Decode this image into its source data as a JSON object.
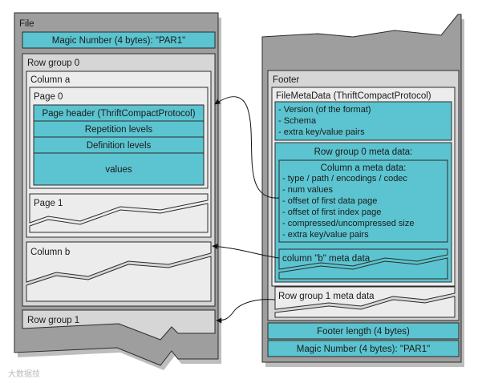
{
  "file": {
    "title": "File",
    "magic_number": "Magic Number (4 bytes): \"PAR1\"",
    "row_group_0": {
      "title": "Row group 0",
      "column_a": {
        "title": "Column a",
        "page_0": {
          "title": "Page 0",
          "header": "Page header (ThriftCompactProtocol)",
          "repetition_levels": "Repetition levels",
          "definition_levels": "Definition levels",
          "values": "values"
        },
        "page_1": {
          "title": "Page 1"
        }
      },
      "column_b": {
        "title": "Column b"
      }
    },
    "row_group_1": {
      "title": "Row group 1"
    }
  },
  "footer": {
    "title": "Footer",
    "file_meta_data": {
      "title": "FileMetaData (ThriftCompactProtocol)",
      "items": [
        "- Version (of the format)",
        "- Schema",
        "- extra key/value pairs"
      ],
      "row_group_0_meta": {
        "title": "Row group 0 meta data:",
        "column_a_meta": {
          "title": "Column a meta data:",
          "items": [
            "- type / path / encodings /  codec",
            "- num values",
            "- offset of first data page",
            "- offset of first index page",
            "- compressed/uncompressed size",
            "- extra key/value pairs"
          ]
        },
        "column_b_meta": "column \"b\" meta data"
      },
      "row_group_1_meta": "Row group 1 meta data"
    },
    "footer_length": "Footer length (4 bytes)",
    "magic_number": "Magic Number (4 bytes): \"PAR1\""
  },
  "watermark": "大数据技",
  "colors": {
    "teal": "#5bc4d0",
    "light_gray": "#ececec",
    "mid_gray": "#d6d6d6",
    "dark_gray": "#9e9e9e",
    "outline": "#2b2b2b"
  }
}
